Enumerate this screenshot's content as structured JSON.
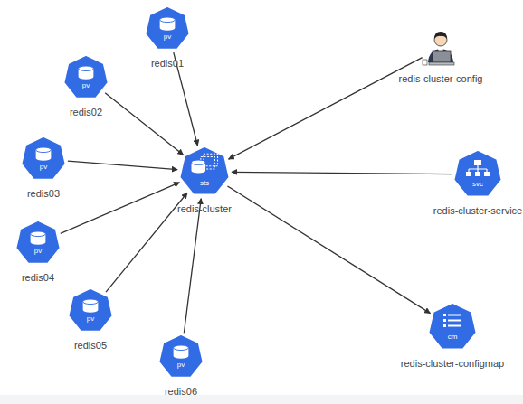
{
  "diagram": {
    "nodes": [
      {
        "text": [
          "pv",
          "redis01"
        ]
      },
      {
        "text": [
          "redis-cluster-config"
        ]
      },
      {
        "text": [
          "pv",
          "redis02"
        ]
      },
      {
        "text": [
          "pv",
          "redis03"
        ]
      },
      {
        "text": [
          "sts",
          "redis-cluster"
        ]
      },
      {
        "text": [
          "svc",
          "redis-cluster-service"
        ]
      },
      {
        "text": [
          "pv",
          "redis04"
        ]
      },
      {
        "text": [
          "pv",
          "redis05"
        ]
      },
      {
        "text": [
          "cm",
          "redis-cluster-configmap"
        ]
      },
      {
        "text": [
          "pv",
          "redis06"
        ]
      }
    ],
    "edges": [
      {
        "from": 0,
        "to": 4,
        "arrow": "to"
      },
      {
        "from": 2,
        "to": 4,
        "arrow": "to"
      },
      {
        "from": 3,
        "to": 4,
        "arrow": "to"
      },
      {
        "from": 6,
        "to": 4,
        "arrow": "to"
      },
      {
        "from": 7,
        "to": 4,
        "arrow": "to"
      },
      {
        "from": 9,
        "to": 4,
        "arrow": "to"
      },
      {
        "from": 1,
        "to": 4,
        "arrow": "to"
      },
      {
        "from": 5,
        "to": 4,
        "arrow": "to"
      },
      {
        "from": 4,
        "to": 8,
        "arrow": "to"
      }
    ]
  }
}
